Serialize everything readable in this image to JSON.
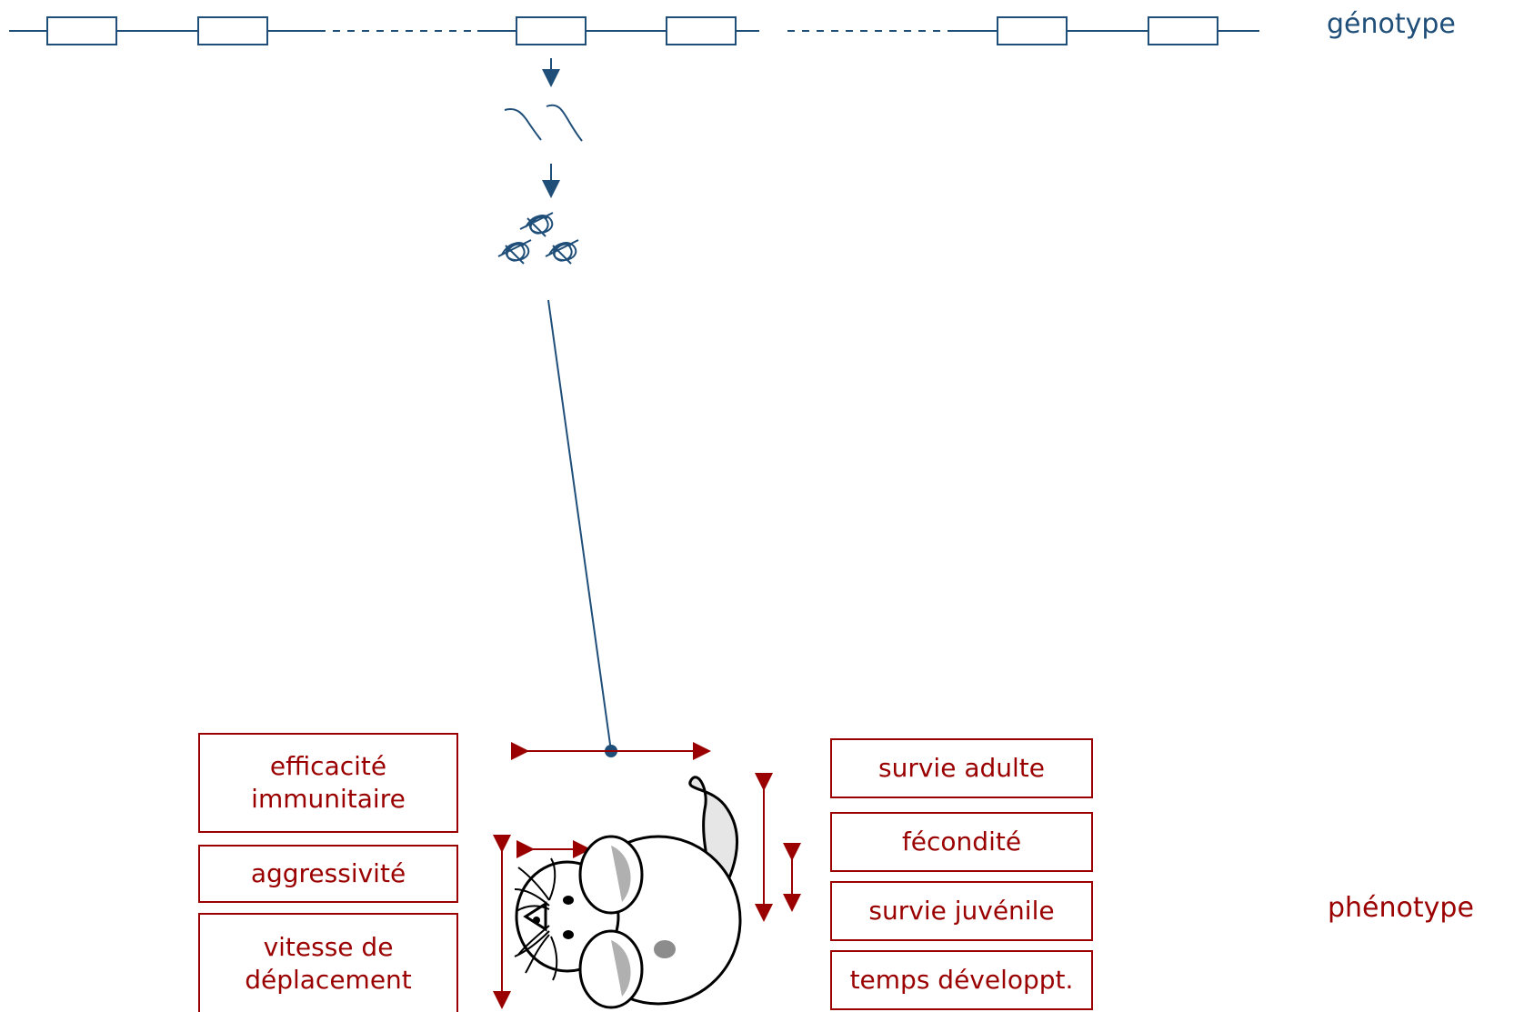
{
  "labels": {
    "genotype": "génotype",
    "phenotype": "phénotype"
  },
  "trait_boxes_left": [
    {
      "text": "efficacité\nimmunitaire"
    },
    {
      "text": "aggressivité"
    },
    {
      "text": "vitesse de\ndéplacement"
    }
  ],
  "trait_boxes_right": [
    {
      "text": "survie adulte"
    },
    {
      "text": "fécondité"
    },
    {
      "text": "survie juvénile"
    },
    {
      "text": "temps développt."
    }
  ],
  "colors": {
    "genotype_blue": "#1f4e79",
    "phenotype_red": "#9a0000",
    "mouse_ear_gray": "#b0b0b0",
    "mouse_spot_gray": "#8c8c8c"
  }
}
